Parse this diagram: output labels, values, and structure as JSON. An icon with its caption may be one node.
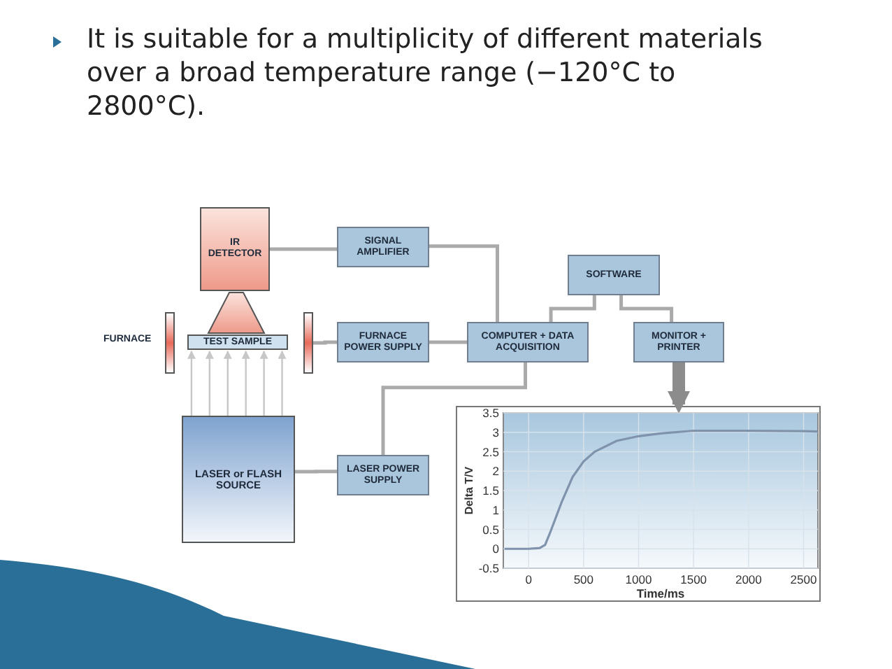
{
  "diagram": {
    "title": "It is suitable for a multiplicity of different materials over a broad temperature range (−120°C to 2800°C).",
    "nodes": [
      {
        "text": [
          "IR DETECTOR"
        ]
      },
      {
        "text": [
          "SIGNAL AMPLIFIER"
        ]
      },
      {
        "text": [
          "SOFTWARE"
        ]
      },
      {
        "text": [],
        "shape": "bar",
        "beside": [
          "FURNACE"
        ]
      },
      {
        "text": [
          "TEST SAMPLE"
        ]
      },
      {
        "text": [],
        "shape": "bar"
      },
      {
        "text": [
          "FURNACE POWER SUPPLY"
        ]
      },
      {
        "text": [
          "COMPUTER + DATA ACQUISITION"
        ]
      },
      {
        "text": [
          "MONITOR + PRINTER"
        ]
      },
      {
        "text": [
          "LASER or FLASH SOURCE"
        ]
      },
      {
        "text": [
          "LASER POWER SUPPLY"
        ]
      },
      {
        "text": [],
        "shape": "box"
      }
    ],
    "edges": [
      {
        "from": 0,
        "to": 1,
        "arrow": "none"
      },
      {
        "from": 1,
        "to": 7,
        "arrow": "none"
      },
      {
        "from": 5,
        "to": 6,
        "arrow": "none"
      },
      {
        "from": 6,
        "to": 7,
        "arrow": "none"
      },
      {
        "from": 7,
        "to": 2,
        "arrow": "none"
      },
      {
        "from": 2,
        "to": 8,
        "arrow": "none"
      },
      {
        "from": 7,
        "to": 10,
        "arrow": "none"
      },
      {
        "from": 9,
        "to": 10,
        "arrow": "none"
      },
      {
        "from": 9,
        "to": 4,
        "arrow": "to"
      },
      {
        "from": 9,
        "to": 4,
        "arrow": "to"
      },
      {
        "from": 9,
        "to": 4,
        "arrow": "to"
      },
      {
        "from": 9,
        "to": 4,
        "arrow": "to"
      },
      {
        "from": 9,
        "to": 4,
        "arrow": "to"
      },
      {
        "from": 9,
        "to": 4,
        "arrow": "to"
      },
      {
        "from": 8,
        "to": 11,
        "arrow": "to",
        "style": "thick",
        "color": "#8c8c8c"
      }
    ],
    "chart_data": {
      "type": "line",
      "grid": true,
      "xlabel": "Time/ms",
      "ylabel": "Delta T/V",
      "x": [
        -220,
        0,
        100,
        150,
        200,
        300,
        400,
        500,
        600,
        800,
        1000,
        1200,
        1500,
        2000,
        2500,
        2630
      ],
      "series": [
        {
          "color": "#7f93ad",
          "values": [
            0,
            0,
            0.02,
            0.1,
            0.45,
            1.2,
            1.85,
            2.25,
            2.5,
            2.78,
            2.9,
            2.97,
            3.04,
            3.04,
            3.03,
            3.02
          ]
        }
      ],
      "xlim": [
        -230,
        2630
      ],
      "ylim": [
        -0.5,
        3.5
      ],
      "xticks": [
        0,
        500,
        1000,
        1500,
        2000,
        2500
      ],
      "yticks": [
        {
          "value": -0.5,
          "label": "-0.5"
        },
        0,
        {
          "value": 0.5,
          "label": "0.5"
        },
        1,
        {
          "value": 1.5,
          "label": "1.5"
        },
        2,
        {
          "value": 2.5,
          "label": "2.5"
        },
        3,
        {
          "value": 3.5,
          "label": "3.5"
        }
      ]
    }
  }
}
